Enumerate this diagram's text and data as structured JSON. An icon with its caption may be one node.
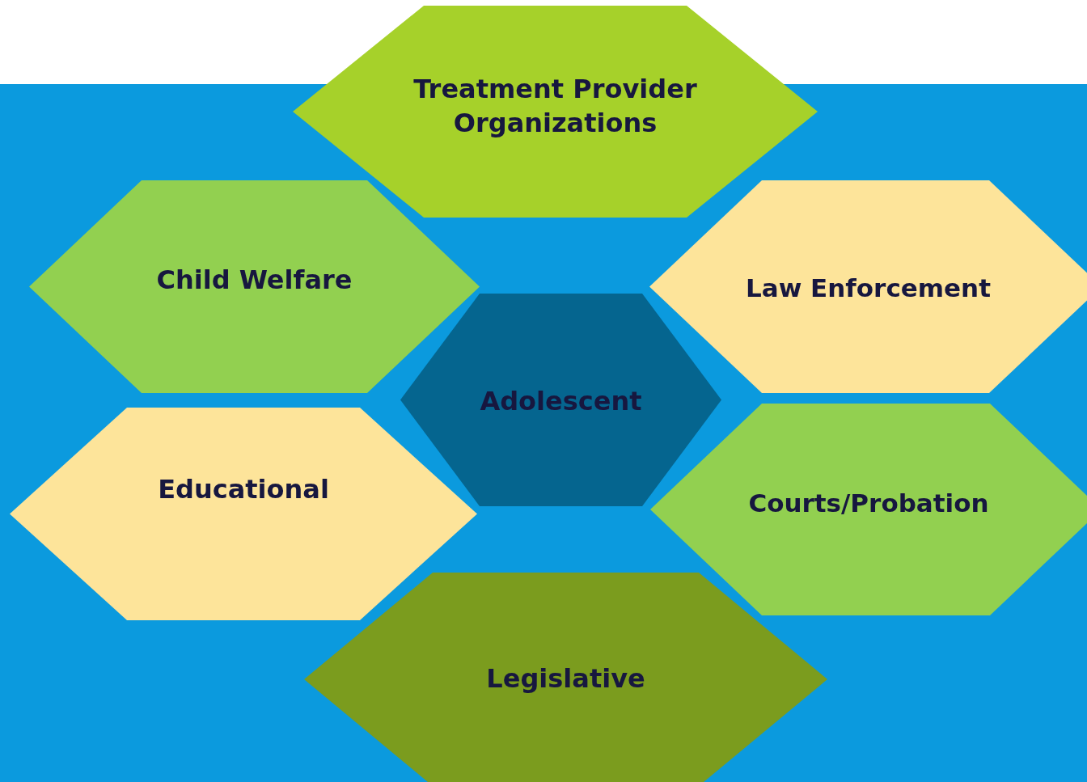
{
  "diagram": {
    "nodes": [
      {
        "text": [
          "Treatment Provider Organizations"
        ]
      },
      {
        "text": [
          "Child Welfare"
        ]
      },
      {
        "text": [
          "Law Enforcement"
        ]
      },
      {
        "text": [
          "Adolescent"
        ]
      },
      {
        "text": [
          "Educational"
        ]
      },
      {
        "text": [
          "Courts/Probation"
        ]
      },
      {
        "text": [
          "Legislative"
        ]
      }
    ]
  }
}
